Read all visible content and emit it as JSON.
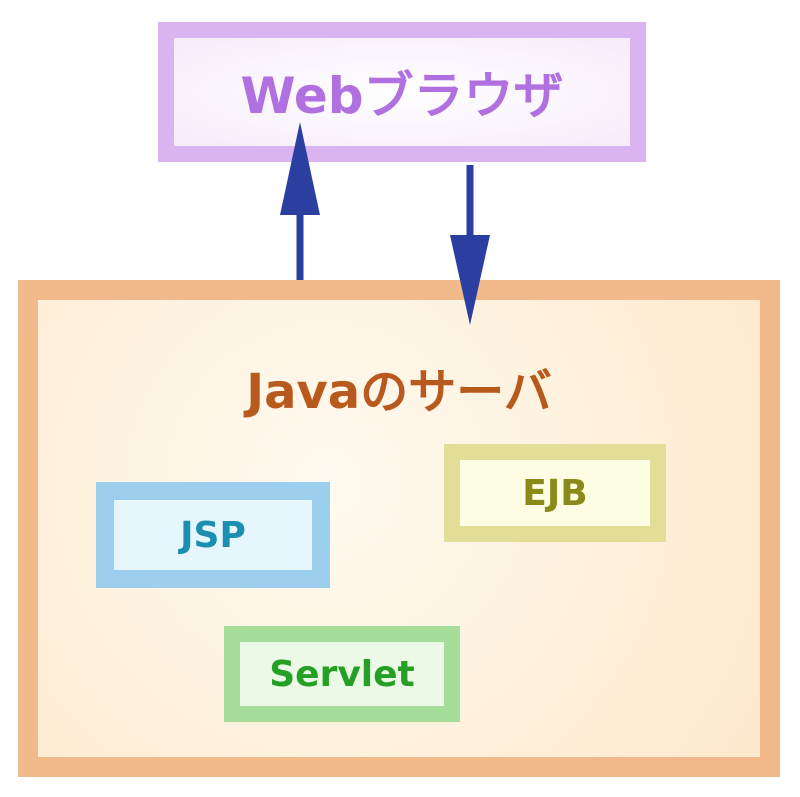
{
  "browser": {
    "label": "Webブラウザ"
  },
  "server": {
    "title": "Javaのサーバ"
  },
  "components": {
    "jsp": "JSP",
    "ejb": "EJB",
    "servlet": "Servlet"
  },
  "colors": {
    "arrow": "#2a3fa0"
  }
}
